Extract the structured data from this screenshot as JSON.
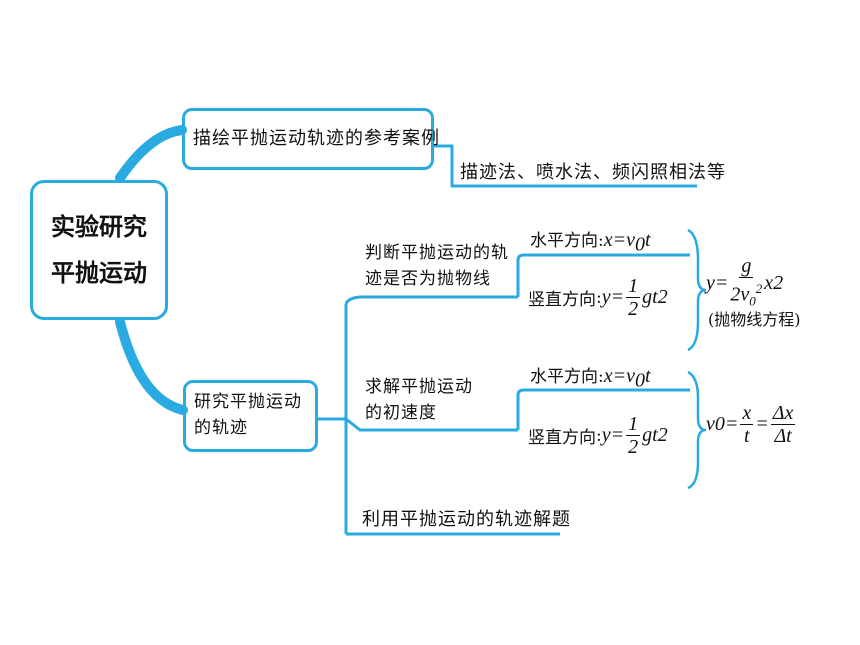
{
  "root": {
    "line1": "实验研究",
    "line2": "平抛运动"
  },
  "branch1": {
    "title": "描绘平抛运动轨迹的参考案例",
    "detail": "描迹法、喷水法、频闪照相法等"
  },
  "branch2": {
    "title_line1": "研究平抛运动",
    "title_line2": "的轨迹",
    "sub1": {
      "line1": "判断平抛运动的轨",
      "line2": "迹是否为抛物线",
      "horizontal": "水平方向",
      "vertical": "竖直方向",
      "equation_note": "(抛物线方程)"
    },
    "sub2": {
      "line1": "求解平抛运动",
      "line2": "的初速度",
      "horizontal": "水平方向",
      "vertical": "竖直方向"
    },
    "sub3": {
      "label": "利用平抛运动的轨迹解题"
    }
  },
  "formulas": {
    "colon": ":",
    "x": "x",
    "y": "y",
    "eq": "=",
    "v": "v",
    "sub0": "0",
    "t": "t",
    "g": "g",
    "two_v": "2v",
    "sq": "2",
    "one": "1",
    "two": "2",
    "delta_x": "Δx",
    "delta_t": "Δt"
  },
  "colors": {
    "accent": "#29abe2",
    "line": "#29abe2",
    "text": "#111111"
  }
}
